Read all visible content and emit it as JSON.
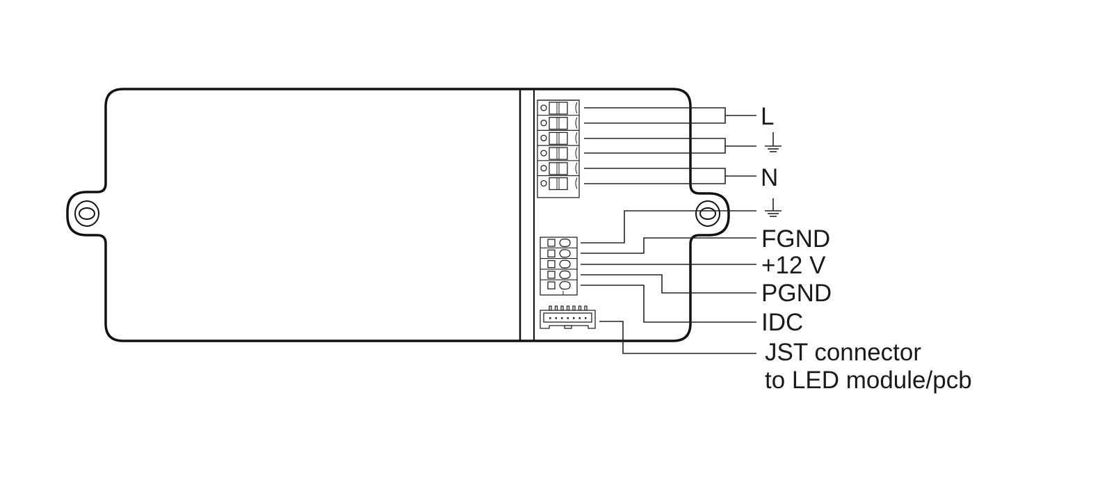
{
  "labels": {
    "live": "L",
    "earth_top": "⏚",
    "neutral": "N",
    "earth_bottom": "⏚",
    "fgnd": "FGND",
    "plus12v": "+12 V",
    "pgnd": "PGND",
    "idc": "IDC",
    "jst_line1": "JST connector",
    "jst_line2": "to LED module/pcb"
  }
}
